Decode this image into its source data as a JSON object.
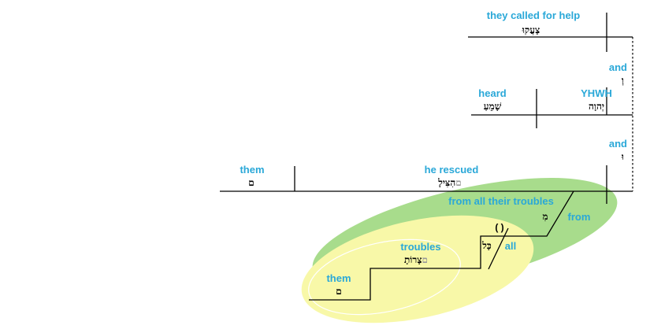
{
  "colors": {
    "english_label": "#2aa8d8",
    "hebrew_text": "#000000",
    "hebrew_suffix_grey": "#9a9a9a",
    "green_ellipse": "#a8dc8c",
    "yellow_ellipse": "#f8f8a8",
    "lines": "#000000"
  },
  "clauses": {
    "top": {
      "verb_en": "they called for help",
      "verb_he": "צָעֲקוּ"
    },
    "conjunction_1": {
      "en": "and",
      "he": "וְ"
    },
    "middle": {
      "verb_en": "heard",
      "verb_he": "שָׁמֵעַ",
      "subject_en": "YHWH",
      "subject_he": "יְהוָה"
    },
    "conjunction_2": {
      "en": "and",
      "he": "וּ"
    },
    "main": {
      "object_en": "them",
      "object_he": "ם",
      "verb_en": "he rescued",
      "verb_he_stem": "הִצִּילָ",
      "verb_he_suffix": "ם"
    }
  },
  "modifier": {
    "phrase_en": "from all their troubles",
    "preposition_en": "from",
    "preposition_he": "מִ",
    "ellipsis": "( )",
    "quantifier_en": "all",
    "quantifier_he": "כָּל",
    "noun_en": "troubles",
    "noun_he_stem": "צָרוֹתָ",
    "noun_he_suffix": "ם",
    "possessor_en": "them",
    "possessor_he": "ם"
  }
}
